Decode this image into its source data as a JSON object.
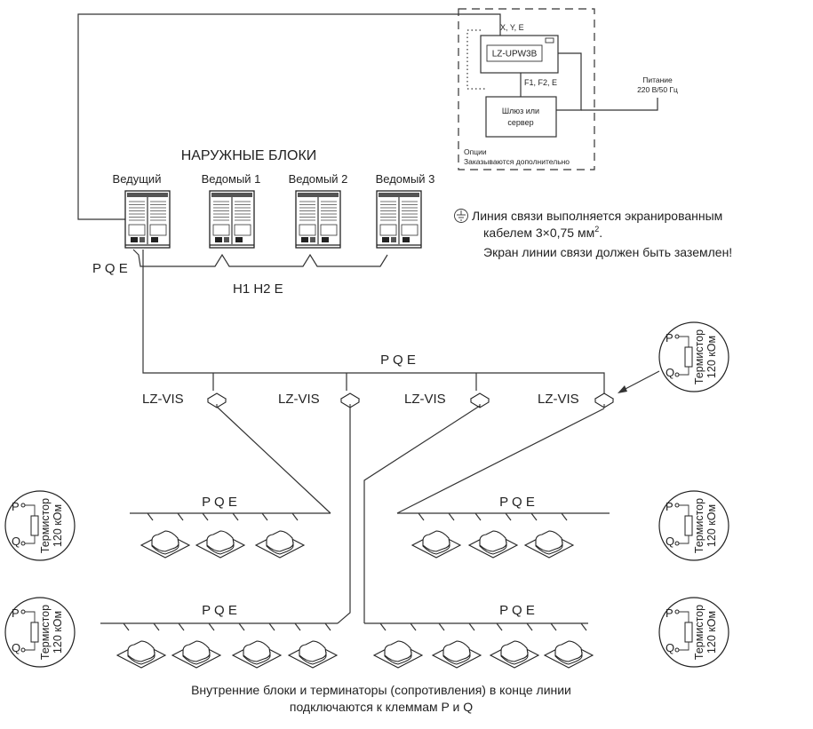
{
  "options_box": {
    "signal_xye": "X, Y, E",
    "module_label": "LZ-UPW3B",
    "signal_f1f2e": "F1, F2, E",
    "gateway_line1": "Шлюз или",
    "gateway_line2": "сервер",
    "caption_line1": "Опции",
    "caption_line2": "Заказываются дополнительно",
    "power_line1": "Питание",
    "power_line2": "220 В/50 Гц"
  },
  "outdoor": {
    "title": "НАРУЖНЫЕ БЛОКИ",
    "units": [
      "Ведущий",
      "Ведомый 1",
      "Ведомый 2",
      "Ведомый 3"
    ],
    "pqe_label": "P Q E",
    "h1h2e_label": "H1 H2 E"
  },
  "note": {
    "line1": "Линия связи выполняется экранированным",
    "line2_prefix": "кабелем 3×0,75 мм",
    "line2_sup": "2",
    "line2_suffix": ".",
    "line3": "Экран линии связи должен быть заземлен!"
  },
  "bus": {
    "pqe_main": "P Q E",
    "splitter_label": "LZ-VIS",
    "branch_pqe": "P Q E"
  },
  "terminator": {
    "p": "P",
    "q": "Q",
    "line1": "Термистор",
    "line2": "120 кОм"
  },
  "footer": {
    "line1": "Внутренние блоки и терминаторы (сопротивления) в конце линии",
    "line2": "подключаются к клеммам P и Q"
  }
}
